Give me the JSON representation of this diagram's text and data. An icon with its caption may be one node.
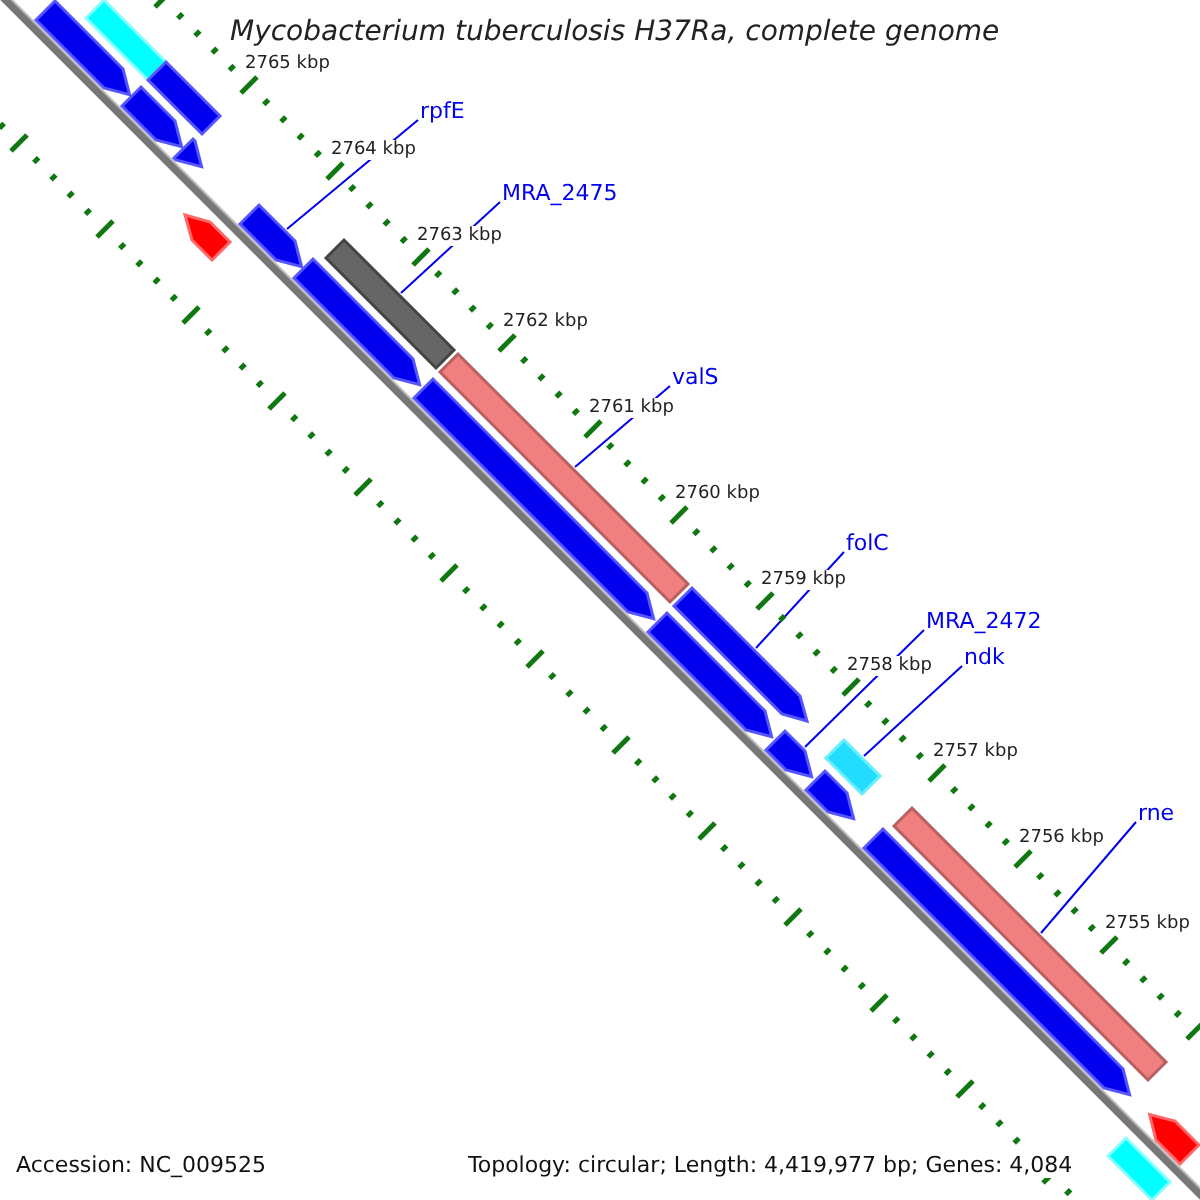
{
  "diagram": {
    "title": "Mycobacterium tuberculosis H37Ra, complete genome",
    "nodes": [
      {
        "text": [
          "rpfE"
        ]
      },
      {
        "text": [
          "MRA_2475"
        ]
      },
      {
        "text": [
          "valS"
        ]
      },
      {
        "text": [
          "folC"
        ]
      },
      {
        "text": [
          "MRA_2472"
        ]
      },
      {
        "text": [
          "ndk"
        ]
      },
      {
        "text": [
          "rne"
        ]
      },
      {
        "text": [],
        "shape": "bar"
      },
      {
        "text": [],
        "shape": "arrow"
      },
      {
        "text": [],
        "shape": "bar"
      },
      {
        "text": [],
        "shape": "arrow"
      },
      {
        "text": [],
        "shape": "arrow"
      },
      {
        "text": [],
        "shape": "arrow"
      },
      {
        "text": [],
        "shape": "arrow"
      },
      {
        "text": [],
        "shape": "arrow"
      },
      {
        "text": [],
        "shape": "bar"
      },
      {
        "text": [],
        "shape": "bar"
      },
      {
        "text": [],
        "shape": "arrow"
      },
      {
        "text": [],
        "shape": "arrow"
      },
      {
        "text": [],
        "shape": "arrow"
      },
      {
        "text": [],
        "shape": "arrow"
      },
      {
        "text": [],
        "shape": "bar"
      },
      {
        "text": [],
        "shape": "arrow"
      },
      {
        "text": [],
        "shape": "arrow"
      },
      {
        "text": [],
        "shape": "bar"
      },
      {
        "text": [],
        "shape": "arrow"
      },
      {
        "text": [],
        "shape": "bar"
      }
    ],
    "edges": [
      {
        "from": 0,
        "to": 13,
        "arrow": "none"
      },
      {
        "from": 1,
        "to": 15,
        "arrow": "none"
      },
      {
        "from": 2,
        "to": 16,
        "arrow": "none"
      },
      {
        "from": 3,
        "to": 18,
        "arrow": "none"
      },
      {
        "from": 4,
        "to": 20,
        "arrow": "none"
      },
      {
        "from": 5,
        "to": 21,
        "arrow": "none"
      },
      {
        "from": 6,
        "to": 24,
        "arrow": "none"
      }
    ],
    "labels": [
      "2765 kbp",
      "2764 kbp",
      "2763 kbp",
      "2762 kbp",
      "2761 kbp",
      "2760 kbp",
      "2759 kbp",
      "2758 kbp",
      "2757 kbp",
      "2756 kbp",
      "2755 kbp",
      "Accession: NC_009525",
      "Topology: circular; Length: 4,419,977 bp; Genes: 4,084"
    ]
  }
}
